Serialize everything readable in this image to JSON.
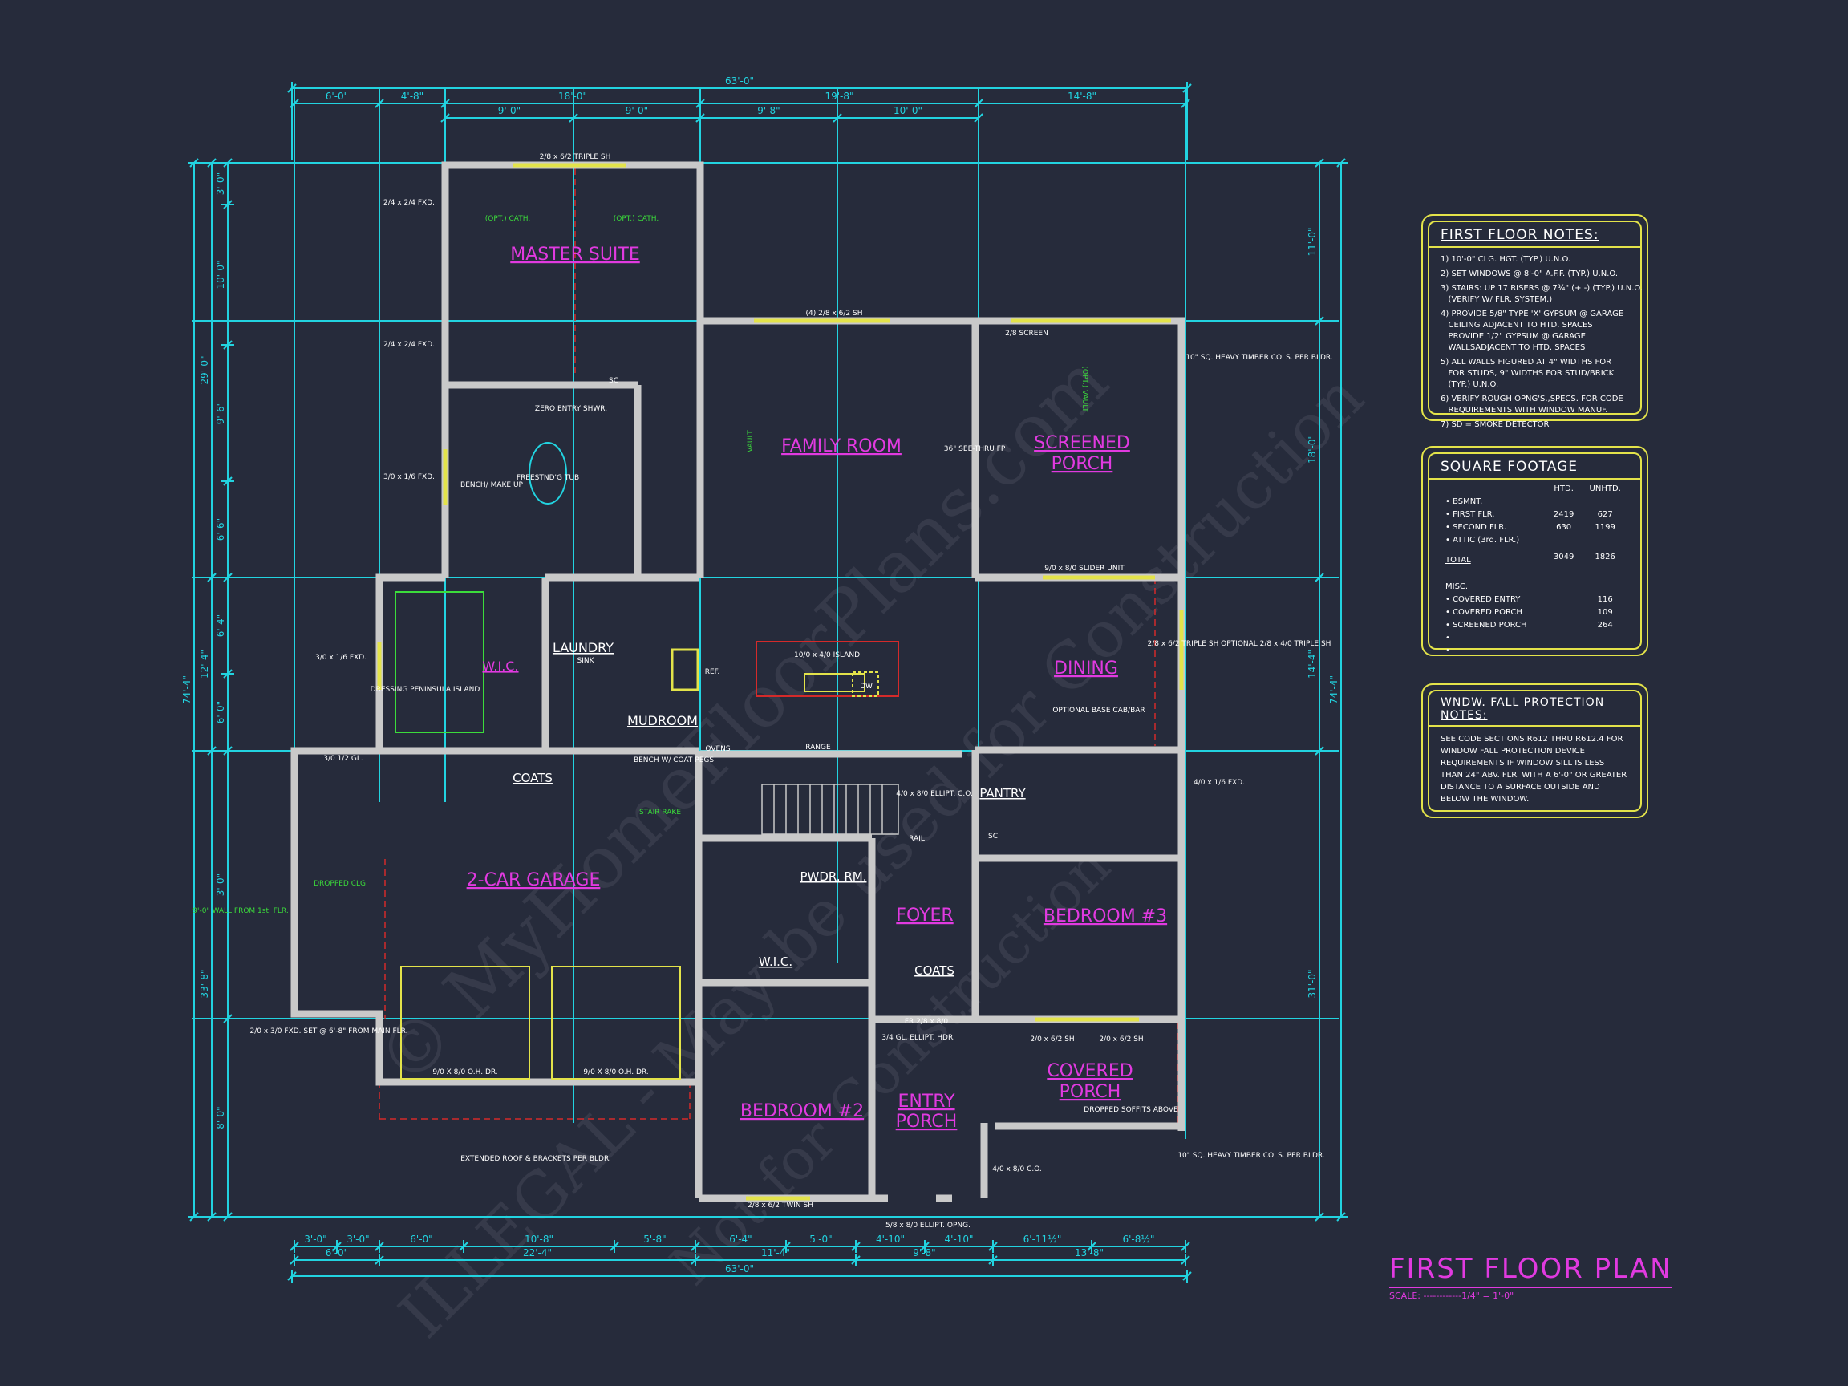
{
  "title": "FIRST FLOOR PLAN",
  "scale": "SCALE: ------------1/4\" = 1'-0\"",
  "colors": {
    "background": "#262b3b",
    "dimension": "#22d3e0",
    "wall": "#c9c9c9",
    "window": "#e3e34a",
    "room_label": "#e13ae0",
    "note_green": "#3bdc3b",
    "hidden_line": "#d42a2a"
  },
  "rooms": {
    "master_suite": "MASTER SUITE",
    "family_room": "FAMILY ROOM",
    "screened_porch_1": "SCREENED",
    "screened_porch_2": "PORCH",
    "dining": "DINING",
    "wic_master": "W.I.C.",
    "laundry": "LAUNDRY",
    "mudroom": "MUDROOM",
    "coats_garage": "COATS",
    "garage": "2-CAR GARAGE",
    "pantry": "PANTRY",
    "powder": "PWDR. RM.",
    "foyer": "FOYER",
    "bedroom3": "BEDROOM #3",
    "wic_bed2": "W.I.C.",
    "coats_foyer": "COATS",
    "bedroom2": "BEDROOM #2",
    "entry_porch_1": "ENTRY",
    "entry_porch_2": "PORCH",
    "covered_porch_1": "COVERED",
    "covered_porch_2": "PORCH"
  },
  "annotations": {
    "top_window": "2/8 x 6/2 TRIPLE SH",
    "fxd1": "2/4 x 2/4 FXD.",
    "fxd2": "2/4 x 2/4 FXD.",
    "fxd3": "3/0 x 1/6 FXD.",
    "fxd4": "3/0 x 1/6 FXD.",
    "opt_cath_1": "(OPT.) CATH.",
    "opt_cath_2": "(OPT.) CATH.",
    "zero_entry": "ZERO ENTRY SHWR.",
    "tub": "FREESTND'G TUB",
    "bench": "BENCH/ MAKE UP",
    "family_window": "(4) 2/8 x 6/2 SH",
    "vault": "VAULT",
    "opt_vault": "(OPT.) VAULT",
    "fireplace": "36\" SEE-THRU FP",
    "screen": "2/8 SCREEN",
    "timber1": "10\" SQ. HEAVY TIMBER COLS. PER BLDR.",
    "slider": "9/0 x 8/0 SLIDER UNIT",
    "island": "10/0 x 4/0 ISLAND",
    "dw": "DW",
    "ref": "REF.",
    "ovens": "OVENS",
    "range": "RANGE",
    "sink": "SINK",
    "dressing": "DRESSING PENINSULA ISLAND",
    "dining_window": "2/8 x 6/2 TRIPLE SH OPTIONAL 2/8 x 4/0 TRIPLE SH",
    "base_cab": "OPTIONAL BASE CAB/BAR",
    "ellipt1": "4/0 x 8/0 ELLIPT. C.O.",
    "stair_rake": "STAIR RAKE",
    "rail": "RAIL",
    "bench_coat": "BENCH W/ COAT PEGS",
    "dropped_clg": "DROPPED CLG.",
    "wall_note": "9'-0\" WALL FROM 1st. FLR.",
    "garage_door1": "9/0 X 8/0 O.H. DR.",
    "garage_door2": "9/0 X 8/0 O.H. DR.",
    "extended_roof": "EXTENDED ROOF & BRACKETS PER BLDR.",
    "garage_fxd": "2/0 x 3/0 FXD. SET @ 6'-8\" FROM MAIN FLR.",
    "gl": "3/0 1/2 GL.",
    "fr_door": "FR 2/8 x 8/0",
    "ellipt_hdr": "3/4 GL. ELLIPT. HDR.",
    "bed3_win1": "2/0 x 6/2 SH",
    "bed3_win2": "2/0 x 6/2 SH",
    "bed3_fxd": "4/0 x 1/6 FXD.",
    "dropped_soffits": "DROPPED SOFFITS ABOVE",
    "timber2": "10\" SQ. HEAVY TIMBER COLS. PER BLDR.",
    "co_front": "4/0 x 8/0 C.O.",
    "twin_sh": "2/8 x 6/2 TWIN SH",
    "ellipt_opng": "5/8 x 8/0 ELLIPT. OPNG.",
    "sc": "SC"
  },
  "dimensions": {
    "top_overall": "63'-0\"",
    "top_row2": [
      "6'-0\"",
      "4'-8\"",
      "18'-0\"",
      "19'-8\"",
      "14'-8\""
    ],
    "top_row3": [
      "9'-0\"",
      "9'-0\"",
      "9'-8\"",
      "10'-0\""
    ],
    "bottom_row1": [
      "3'-0\"",
      "3'-0\"",
      "6'-0\"",
      "10'-8\"",
      "5'-8\"",
      "6'-4\"",
      "5'-0\"",
      "4'-10\"",
      "4'-10\"",
      "6'-11½\"",
      "6'-8½\""
    ],
    "bottom_row2": [
      "6'-0\"",
      "22'-4\"",
      "11'-4\"",
      "9'-8\"",
      "13'-8\""
    ],
    "bottom_overall": "63'-0\"",
    "left_overall": "74'-4\"",
    "left_row2": [
      "29'-0\"",
      "12'-4\"",
      "33'-8\""
    ],
    "left_row3": [
      "3'-0\"",
      "10'-0\"",
      "9'-6\"",
      "6'-6\"",
      "6'-4\"",
      "6'-0\"",
      "3'-0\"",
      "8'-0\""
    ],
    "right_overall": "74'-4\"",
    "right_row2": [
      "11'-0\"",
      "18'-0\"",
      "14'-4\"",
      "31'-0\""
    ]
  },
  "notes": {
    "title": "FIRST FLOOR NOTES:",
    "items": [
      "1) 10'-0\" CLG. HGT. (TYP.) U.N.O.",
      "2) SET WINDOWS @ 8'-0\" A.F.F. (TYP.) U.N.O.",
      "3) STAIRS: UP 17 RISERS @ 7¾\" (+ -) (TYP.) U.N.O.\n   (VERIFY W/ FLR. SYSTEM.)",
      "4) PROVIDE 5/8\" TYPE 'X' GYPSUM @ GARAGE\n   CEILING ADJACENT TO HTD. SPACES\n   PROVIDE 1/2\" GYPSUM @ GARAGE\n   WALLSADJACENT TO HTD. SPACES",
      "5) ALL WALLS FIGURED AT 4\" WIDTHS FOR\n   FOR STUDS, 9\" WIDTHS FOR STUD/BRICK\n   (TYP.) U.N.O.",
      "6) VERIFY ROUGH OPNG'S.,SPECS. FOR CODE\n   REQUIREMENTS WITH WINDOW MANUF.",
      "7) SD = SMOKE DETECTOR"
    ]
  },
  "square_footage": {
    "title": "SQUARE FOOTAGE",
    "headers": [
      "",
      "HTD.",
      "UNHTD."
    ],
    "rows": [
      [
        "• BSMNT.",
        "",
        ""
      ],
      [
        "• FIRST FLR.",
        "2419",
        "627"
      ],
      [
        "• SECOND FLR.",
        "630",
        "1199"
      ],
      [
        "• ATTIC (3rd. FLR.)",
        "",
        ""
      ]
    ],
    "total": [
      "TOTAL",
      "3049",
      "1826"
    ],
    "misc_title": "MISC.",
    "misc": [
      [
        "• COVERED ENTRY",
        "116"
      ],
      [
        "• COVERED PORCH",
        "109"
      ],
      [
        "• SCREENED PORCH",
        "264"
      ],
      [
        "•",
        ""
      ],
      [
        "•",
        ""
      ]
    ]
  },
  "fall_protection": {
    "title": "WNDW. FALL PROTECTION NOTES:",
    "text": "SEE CODE SECTIONS R612 THRU R612.4 FOR WINDOW FALL PROTECTION DEVICE REQUIREMENTS IF WINDOW SILL IS LESS THAN 24\" ABV. FLR. WITH A 6'-0\" OR GREATER DISTANCE TO A SURFACE OUTSIDE AND BELOW THE WINDOW."
  },
  "watermark": {
    "line1": "© MyHomeFloorPlans.com",
    "line2": "ILLEGAL - May be used for Construction",
    "line3": "Not for Construction"
  }
}
